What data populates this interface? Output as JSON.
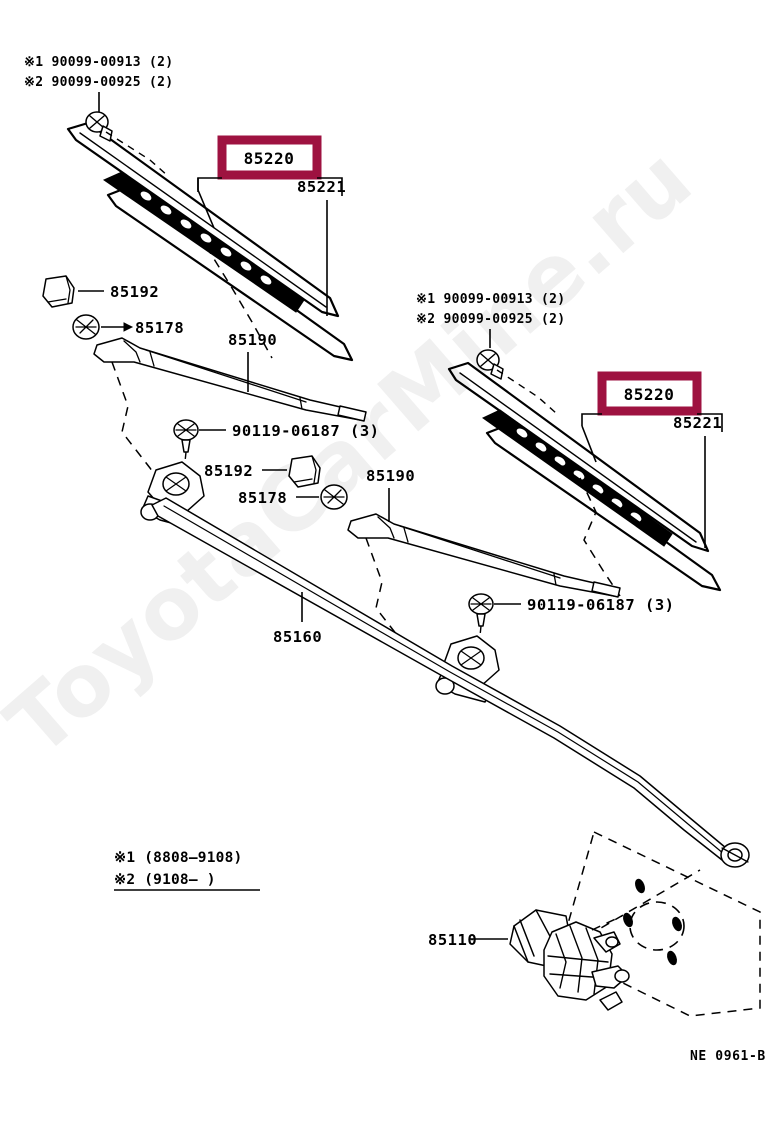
{
  "document": {
    "type": "parts-diagram",
    "reference_code": "NE 0961-B",
    "watermark": "ToyotaCarMine.ru",
    "background_color": "#ffffff",
    "highlight_color": "#9e1240",
    "line_color": "#000000"
  },
  "notes": {
    "top_left": {
      "line1": "※1 90099-00913 (2)",
      "line2": "※2 90099-00925 (2)"
    },
    "top_right": {
      "line1": "※1 90099-00913 (2)",
      "line2": "※2 90099-00925 (2)"
    },
    "legend": {
      "line1": "※1 (8808–9108)",
      "line2": "※2 (9108–        )"
    }
  },
  "callouts": {
    "left_blade_assembly": {
      "highlighted_part": "85220",
      "secondary_part": "85221"
    },
    "right_blade_assembly": {
      "highlighted_part": "85220",
      "secondary_part": "85221"
    },
    "left_cap": "85192",
    "left_nut": "85178",
    "left_arm": "85190",
    "left_pivot_bolt": "90119-06187 (3)",
    "right_cap": "85192",
    "right_nut": "85178",
    "right_arm": "85190",
    "right_pivot_bolt": "90119-06187 (3)",
    "linkage": "85160",
    "motor": "85110"
  },
  "parts_list": [
    {
      "number": "90099-00913",
      "qty": "(2)",
      "mark": "※1"
    },
    {
      "number": "90099-00925",
      "qty": "(2)",
      "mark": "※2"
    },
    {
      "number": "85220",
      "qty": "",
      "mark": "",
      "highlighted": true
    },
    {
      "number": "85221",
      "qty": "",
      "mark": ""
    },
    {
      "number": "85192",
      "qty": "",
      "mark": ""
    },
    {
      "number": "85178",
      "qty": "",
      "mark": ""
    },
    {
      "number": "85190",
      "qty": "",
      "mark": ""
    },
    {
      "number": "90119-06187",
      "qty": "(3)",
      "mark": ""
    },
    {
      "number": "85160",
      "qty": "",
      "mark": ""
    },
    {
      "number": "85110",
      "qty": "",
      "mark": ""
    }
  ]
}
